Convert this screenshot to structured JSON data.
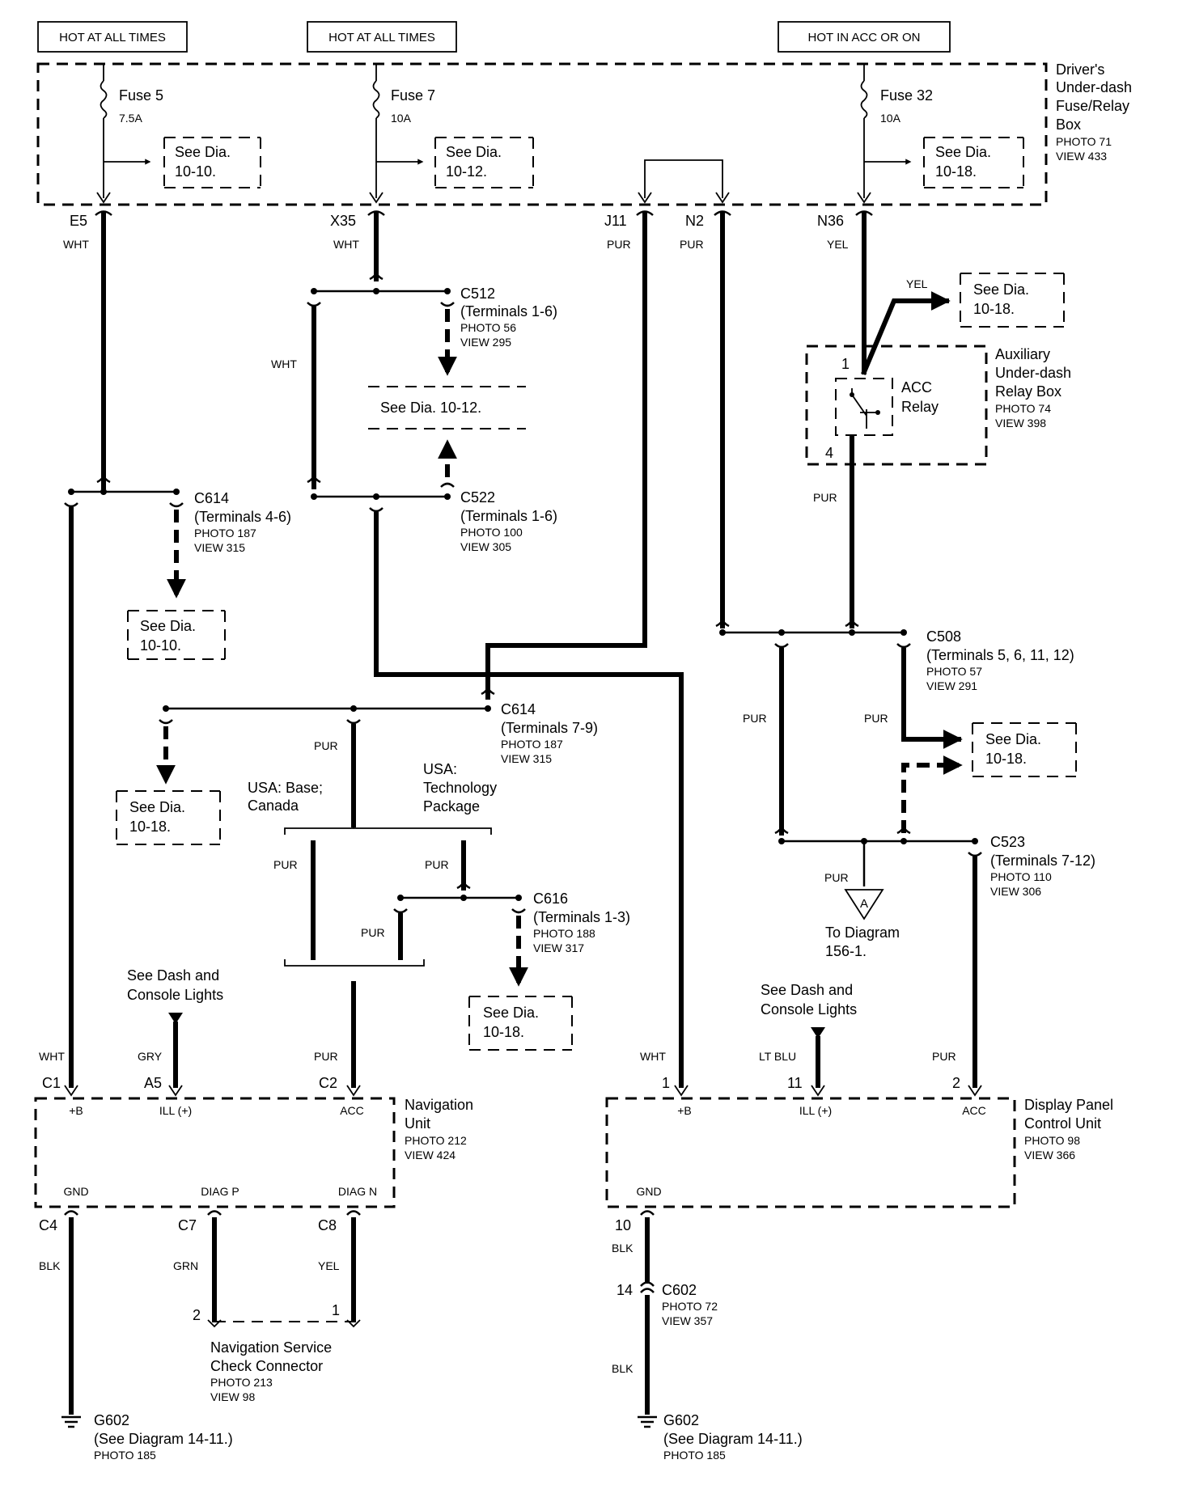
{
  "sources": {
    "left": "HOT AT ALL TIMES",
    "middle": "HOT AT ALL TIMES",
    "right": "HOT IN ACC OR ON"
  },
  "fuse_box": {
    "title_1": "Driver's",
    "title_2": "Under-dash",
    "title_3": "Fuse/Relay",
    "title_4": "Box",
    "photo": "PHOTO 71",
    "view": "VIEW 433",
    "fuses": [
      {
        "name": "Fuse 5",
        "rating": "7.5A",
        "ref_1": "See Dia.",
        "ref_2": "10-10."
      },
      {
        "name": "Fuse 7",
        "rating": "10A",
        "ref_1": "See Dia.",
        "ref_2": "10-12."
      },
      {
        "name": "Fuse 32",
        "rating": "10A",
        "ref_1": "See Dia.",
        "ref_2": "10-18."
      }
    ],
    "terminals": [
      {
        "pin": "E5",
        "color": "WHT"
      },
      {
        "pin": "X35",
        "color": "WHT"
      },
      {
        "pin": "J11",
        "color": "PUR"
      },
      {
        "pin": "N2",
        "color": "PUR"
      },
      {
        "pin": "N36",
        "color": "YEL"
      }
    ]
  },
  "relay_box": {
    "title_1": "Auxiliary",
    "title_2": "Under-dash",
    "title_3": "Relay Box",
    "photo": "PHOTO 74",
    "view": "VIEW 398",
    "relay_1": "ACC",
    "relay_2": "Relay",
    "pin_in": "1",
    "pin_out": "4",
    "yel_label": "YEL",
    "ref_1": "See Dia.",
    "ref_2": "10-18.",
    "out_color": "PUR"
  },
  "connectors": {
    "c512": {
      "name": "C512",
      "terms": "(Terminals 1-6)",
      "photo": "PHOTO 56",
      "view": "VIEW 295"
    },
    "c522": {
      "name": "C522",
      "terms": "(Terminals 1-6)",
      "photo": "PHOTO 100",
      "view": "VIEW 305"
    },
    "c614a": {
      "name": "C614",
      "terms": "(Terminals 4-6)",
      "photo": "PHOTO 187",
      "view": "VIEW 315"
    },
    "c614b": {
      "name": "C614",
      "terms": "(Terminals 7-9)",
      "photo": "PHOTO 187",
      "view": "VIEW 315"
    },
    "c616": {
      "name": "C616",
      "terms": "(Terminals 1-3)",
      "photo": "PHOTO 188",
      "view": "VIEW 317"
    },
    "c508": {
      "name": "C508",
      "terms": "(Terminals 5, 6, 11, 12)",
      "photo": "PHOTO 57",
      "view": "VIEW 291"
    },
    "c523": {
      "name": "C523",
      "terms": "(Terminals 7-12)",
      "photo": "PHOTO 110",
      "view": "VIEW 306"
    },
    "c602": {
      "name": "C602",
      "pin": "14",
      "photo": "PHOTO 72",
      "view": "VIEW 357"
    }
  },
  "refs": {
    "see_dia": "See Dia.",
    "dia_10_12": "See Dia. 10-12.",
    "n_10_10": "10-10.",
    "n_10_18": "10-18."
  },
  "wire_labels": {
    "wht": "WHT",
    "pur": "PUR",
    "gry": "GRY",
    "grn": "GRN",
    "yel": "YEL",
    "blk": "BLK",
    "lt_blu": "LT BLU"
  },
  "options": {
    "base_1": "USA: Base;",
    "base_2": "Canada",
    "tech_1": "USA:",
    "tech_2": "Technology",
    "tech_3": "Package"
  },
  "offpage": {
    "letter": "A",
    "to_1": "To Diagram",
    "to_2": "156-1."
  },
  "dash_lights": {
    "line_1": "See Dash and",
    "line_2": "Console Lights"
  },
  "nav_unit": {
    "title_1": "Navigation",
    "title_2": "Unit",
    "photo": "PHOTO 212",
    "view": "VIEW 424",
    "pins_top": [
      {
        "pin": "C1",
        "label": "+B"
      },
      {
        "pin": "A5",
        "label": "ILL (+)"
      },
      {
        "pin": "C2",
        "label": "ACC"
      }
    ],
    "pins_bottom": [
      {
        "pin": "C4",
        "label": "GND"
      },
      {
        "pin": "C7",
        "label": "DIAG P"
      },
      {
        "pin": "C8",
        "label": "DIAG N"
      }
    ]
  },
  "check_conn": {
    "title_1": "Navigation Service",
    "title_2": "Check Connector",
    "photo": "PHOTO 213",
    "view": "VIEW 98",
    "pin_2": "2",
    "pin_1": "1"
  },
  "dpcu": {
    "title_1": "Display Panel",
    "title_2": "Control Unit",
    "photo": "PHOTO 98",
    "view": "VIEW 366",
    "pins_top": [
      {
        "pin": "1",
        "label": "+B"
      },
      {
        "pin": "11",
        "label": "ILL (+)"
      },
      {
        "pin": "2",
        "label": "ACC"
      }
    ],
    "pin_gnd": "10",
    "gnd_label": "GND"
  },
  "grounds": [
    {
      "name": "G602",
      "ref": "(See Diagram 14-11.)",
      "photo": "PHOTO 185"
    },
    {
      "name": "G602",
      "ref": "(See Diagram 14-11.)",
      "photo": "PHOTO 185"
    }
  ]
}
